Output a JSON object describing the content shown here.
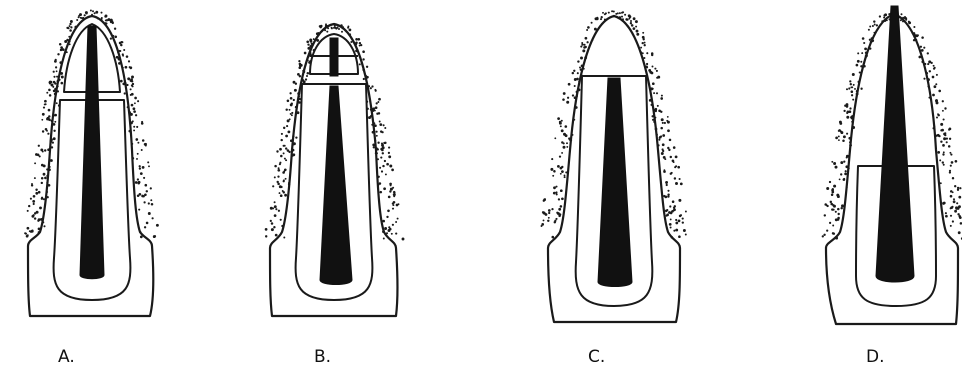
{
  "figure": {
    "panels": [
      {
        "id": "A",
        "label": "A."
      },
      {
        "id": "B",
        "label": "B."
      },
      {
        "id": "C",
        "label": "C."
      },
      {
        "id": "D",
        "label": "D."
      }
    ]
  },
  "style": {
    "stroke": "#1a1a1a",
    "canal_fill": "#111111",
    "background": "#ffffff"
  }
}
